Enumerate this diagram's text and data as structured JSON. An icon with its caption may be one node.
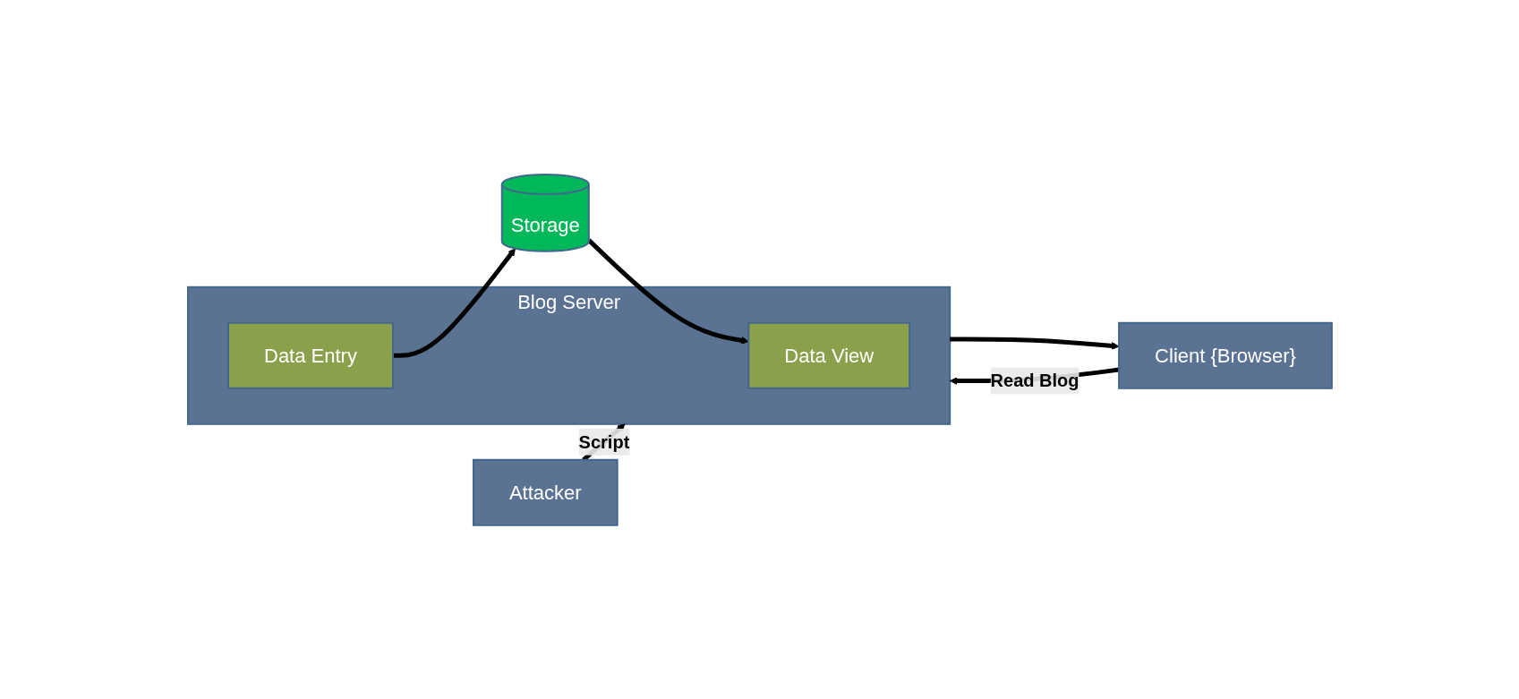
{
  "diagram": {
    "nodes": [
      {
        "text": [
          "Client {Browser}"
        ]
      },
      {
        "text": [
          "Blog Server"
        ]
      },
      {
        "text": [
          "Data View"
        ],
        "in": 1
      },
      {
        "text": [
          "Data Entry"
        ],
        "in": 1
      },
      {
        "text": [
          "Attacker"
        ]
      },
      {
        "text": [
          "Storage"
        ]
      }
    ],
    "edges": [
      {
        "from": 0,
        "to": 1,
        "arrow": "to",
        "label": "Read Blog"
      },
      {
        "from": 1,
        "to": 0,
        "arrow": "to"
      },
      {
        "from": 4,
        "to": 1,
        "arrow": "to",
        "label": "Script"
      },
      {
        "from": 3,
        "to": 5,
        "arrow": "to"
      },
      {
        "from": 5,
        "to": 2,
        "arrow": "to"
      }
    ]
  }
}
